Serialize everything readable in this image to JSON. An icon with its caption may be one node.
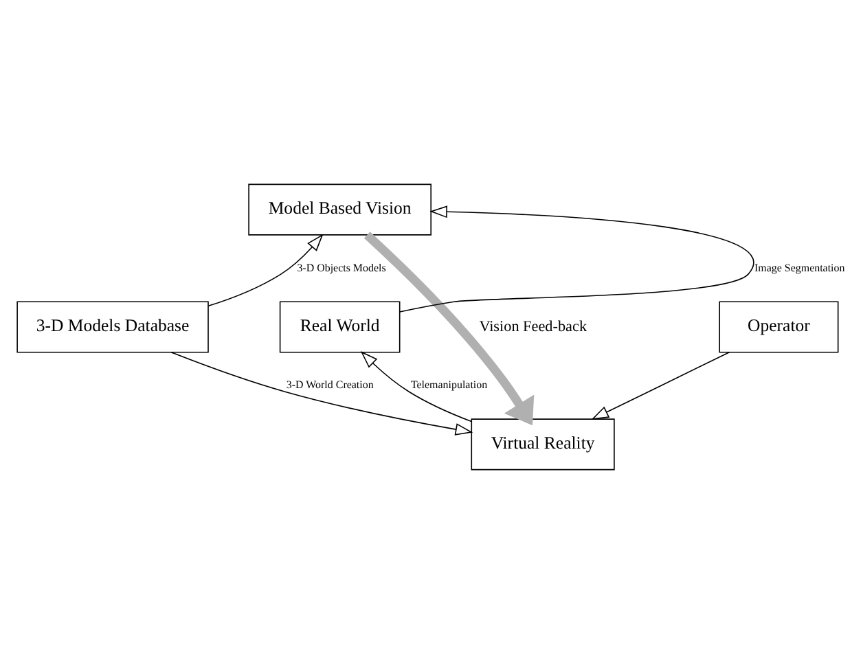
{
  "diagram": {
    "nodes": [
      {
        "text": [
          "Model Based Vision"
        ]
      },
      {
        "text": [
          "3-D Models Database"
        ]
      },
      {
        "text": [
          "Real World"
        ]
      },
      {
        "text": [
          "Virtual Reality"
        ]
      },
      {
        "text": [
          "Operator"
        ]
      }
    ],
    "edges": [
      {
        "from": 1,
        "to": 0,
        "arrow": "to",
        "label": "3-D Objects Models"
      },
      {
        "from": 2,
        "to": 0,
        "arrow": "to",
        "label": "Image Segmentation"
      },
      {
        "from": 0,
        "to": 3,
        "arrow": "to",
        "label": "Vision Feed-back",
        "style": "thick",
        "color": "#b0b0b0"
      },
      {
        "from": 1,
        "to": 3,
        "arrow": "to",
        "label": "3-D World Creation"
      },
      {
        "from": 3,
        "to": 2,
        "arrow": "to",
        "label": "Telemanipulation"
      },
      {
        "from": 4,
        "to": 3,
        "arrow": "to"
      }
    ]
  }
}
